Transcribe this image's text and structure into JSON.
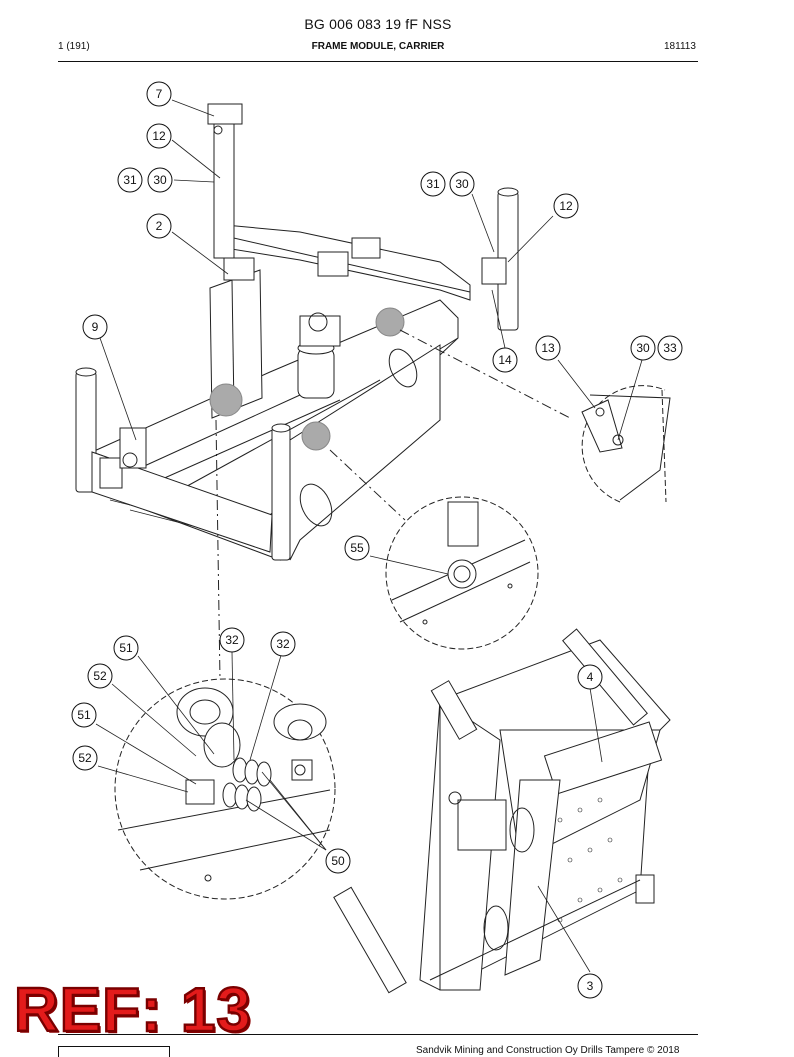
{
  "header": {
    "doc_id": "BG 006 083 19 fF NSS",
    "page": "1 (191)",
    "title": "FRAME MODULE, CARRIER",
    "date": "181113"
  },
  "callouts": [
    "7",
    "12",
    "31",
    "30",
    "31",
    "30",
    "12",
    "2",
    "9",
    "13",
    "30",
    "33",
    "14",
    "55",
    "51",
    "32",
    "32",
    "52",
    "51",
    "52",
    "4",
    "50",
    "3"
  ],
  "stamp": {
    "text": "REF: 13"
  },
  "footer": {
    "text": "Sandvik Mining and Construction Oy Drills Tampere © 2018"
  },
  "colors": {
    "stamp": "#e31b1b",
    "line": "#111111"
  }
}
